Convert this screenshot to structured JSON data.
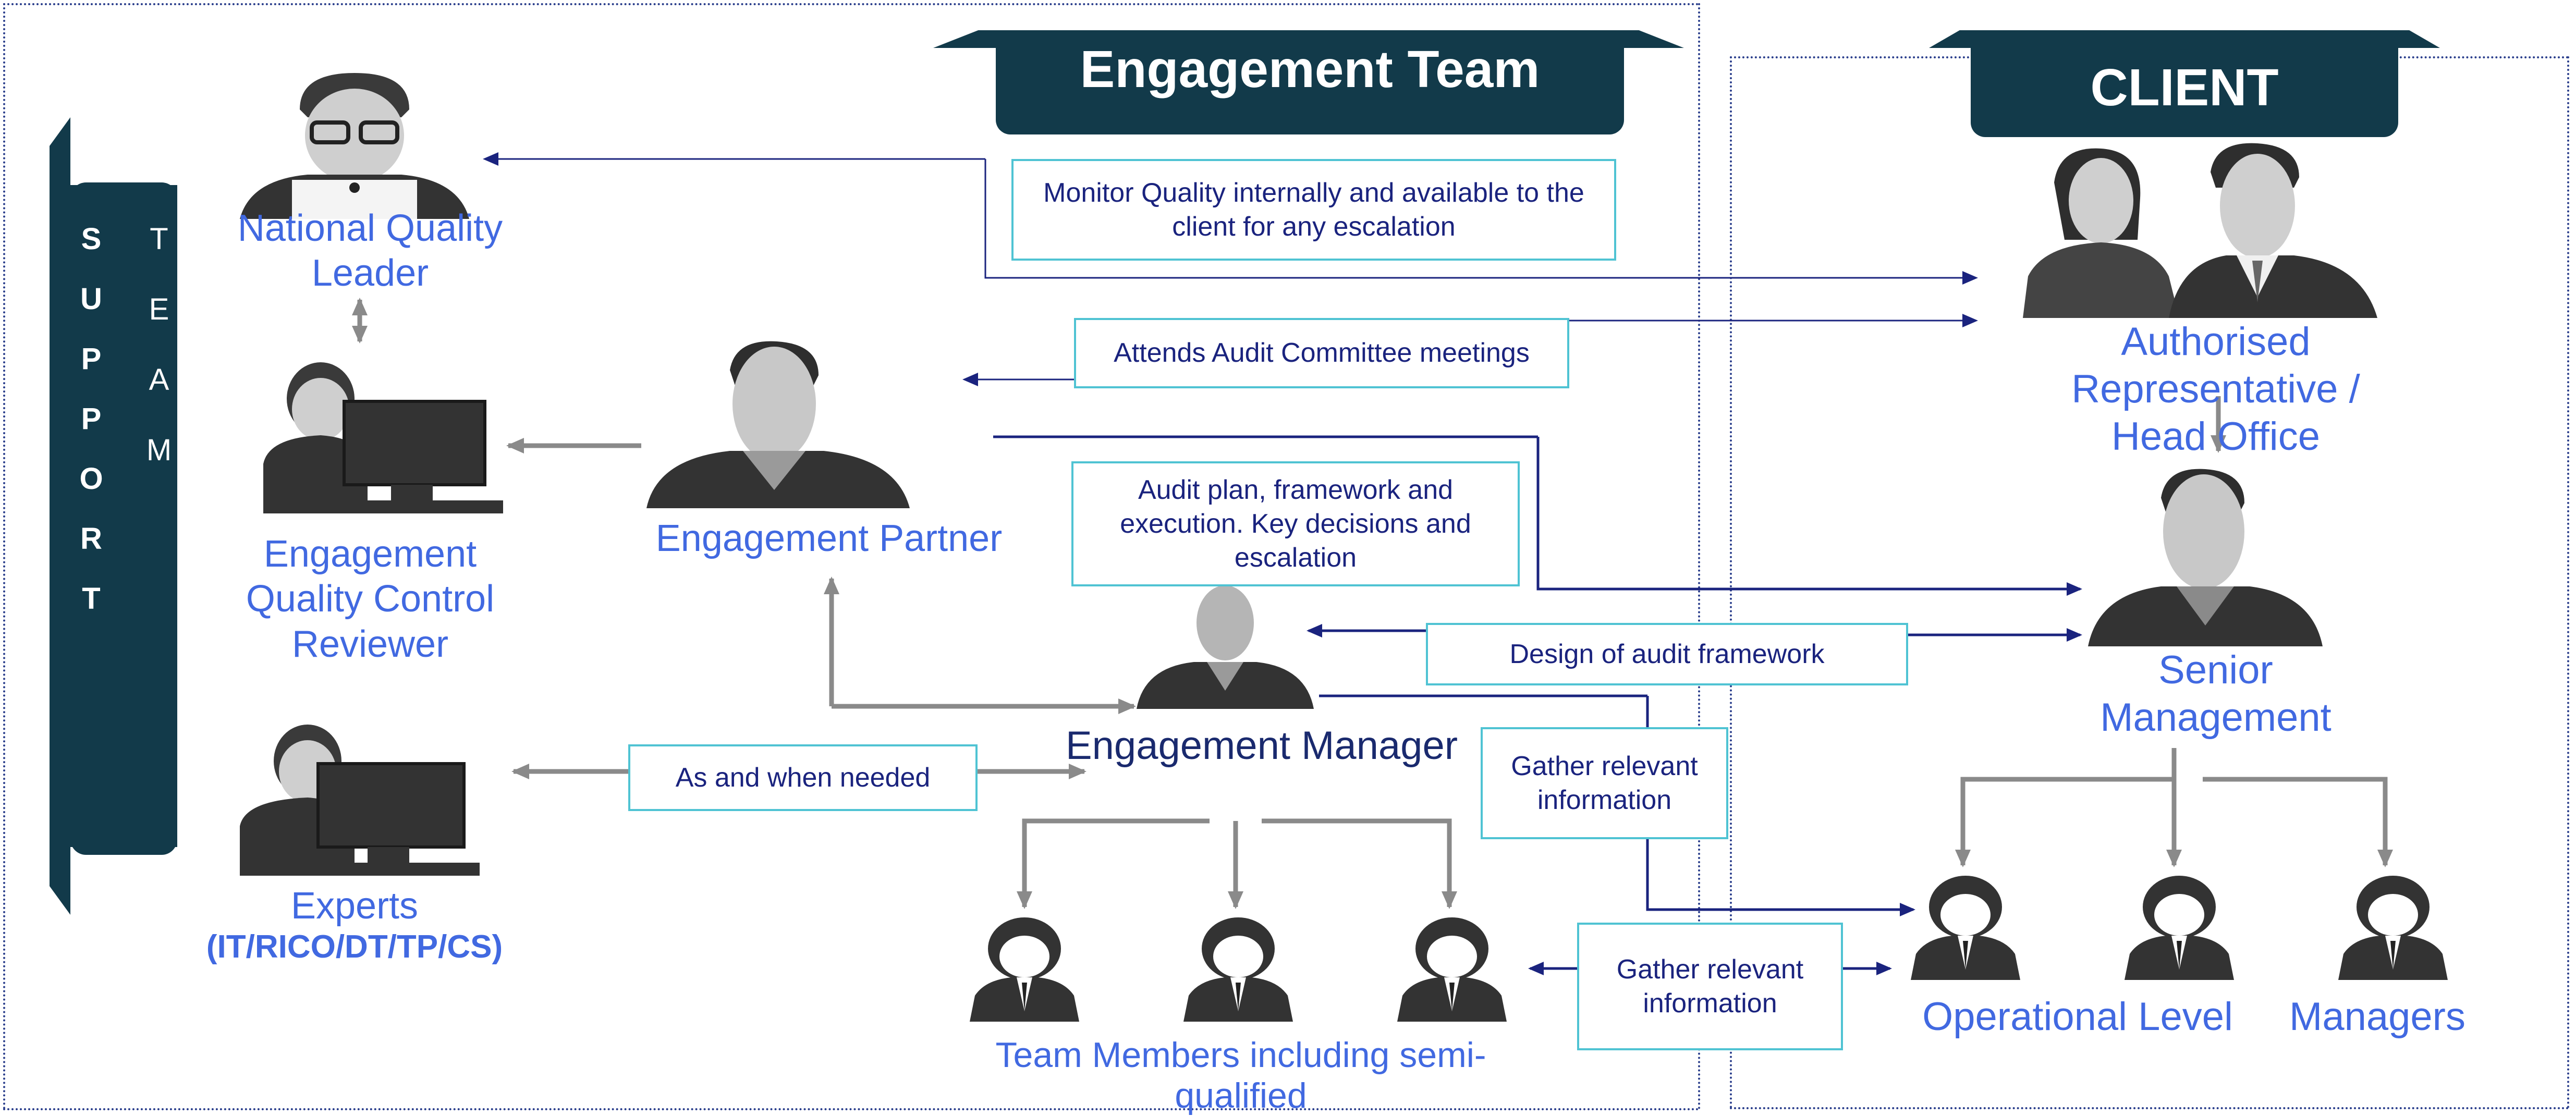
{
  "headers": {
    "engagement_team": "Engagement Team",
    "client": "CLIENT"
  },
  "support_team": {
    "support_letters": [
      "S",
      "U",
      "P",
      "P",
      "O",
      "R",
      "T"
    ],
    "team_letters": [
      "T",
      "E",
      "A",
      "M"
    ]
  },
  "roles": {
    "national_quality_leader": "National Quality Leader",
    "eqcr": "Engagement Quality Control Reviewer",
    "experts": "Experts",
    "experts_sub": "(IT/RICO/DT/TP/CS)",
    "engagement_partner": "Engagement Partner",
    "engagement_manager": "Engagement Manager",
    "team_members": "Team Members including semi-qualified",
    "authorised_rep": "Authorised Representative  / Head Office",
    "senior_mgmt": "Senior Management",
    "operational_level": "Operational Level",
    "managers": "Managers"
  },
  "annotations": {
    "monitor_quality": "Monitor Quality internally and available to the client for any escalation",
    "attends_audit": "Attends Audit Committee meetings",
    "audit_plan": "Audit plan, framework and execution. Key decisions and escalation",
    "design_framework": "Design of audit framework",
    "as_needed": "As and when needed",
    "gather_info_1": "Gather relevant information",
    "gather_info_2": "Gather relevant information"
  },
  "colors": {
    "header_bg": "#123a4a",
    "label_blue": "#4169e1",
    "box_border": "#4fc3d3",
    "arrow_navy": "#1a237e",
    "arrow_gray": "#8a8a8a"
  }
}
